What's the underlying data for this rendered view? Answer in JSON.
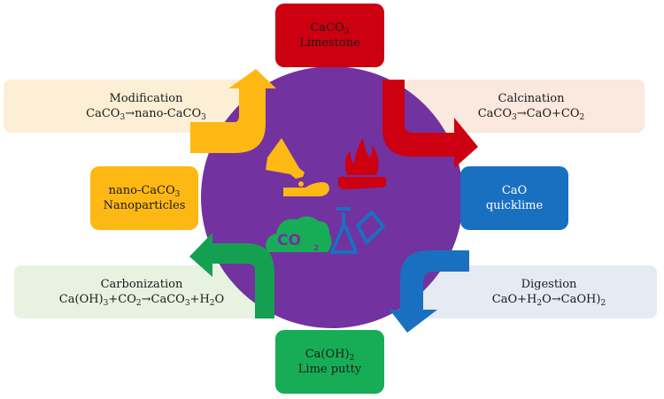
{
  "colors": {
    "circle": "#7232a0",
    "red": "#cc0010",
    "blue": "#1a70c0",
    "green": "#17ad56",
    "yellow": "#fdb813",
    "arrow_green": "#14a050",
    "proc_modification": "#fdefd6",
    "proc_calcination": "#fbe8de",
    "proc_digestion": "#e5eaf3",
    "proc_carbonization": "#e8f2e0"
  },
  "materials": {
    "limestone": {
      "formula_base": "CaCO",
      "formula_sub": "3",
      "name": "Limestone"
    },
    "quicklime": {
      "formula": "CaO",
      "name": "quicklime"
    },
    "lime_putty": {
      "formula_base": "Ca(OH)",
      "formula_sub": "2",
      "name": "Lime putty"
    },
    "nanoparticles": {
      "formula_base": "nano-CaCO",
      "formula_sub": "3",
      "name": "Nanoparticles"
    }
  },
  "processes": {
    "calcination": {
      "title": "Calcination",
      "eq": [
        "CaCO",
        "3",
        "→CaO+CO",
        "2",
        ""
      ]
    },
    "digestion": {
      "title": "Digestion",
      "eq": [
        "CaO+H",
        "2",
        "O→CaOH)",
        "2",
        ""
      ]
    },
    "carbonization": {
      "title": "Carbonization",
      "eq": [
        "Ca(OH)",
        "3",
        "+CO",
        "2",
        "→CaCO",
        "3",
        "+H",
        "2",
        "O"
      ]
    },
    "modification": {
      "title": "Modification",
      "eq": [
        "CaCO",
        "3",
        "→nano-CaCO",
        "3",
        ""
      ]
    }
  },
  "icons": {
    "center": [
      "pouring-flask-icon",
      "flame-icon",
      "co2-cloud-icon",
      "lab-flasks-icon"
    ],
    "co2_label": "CO",
    "co2_sub": "2"
  }
}
